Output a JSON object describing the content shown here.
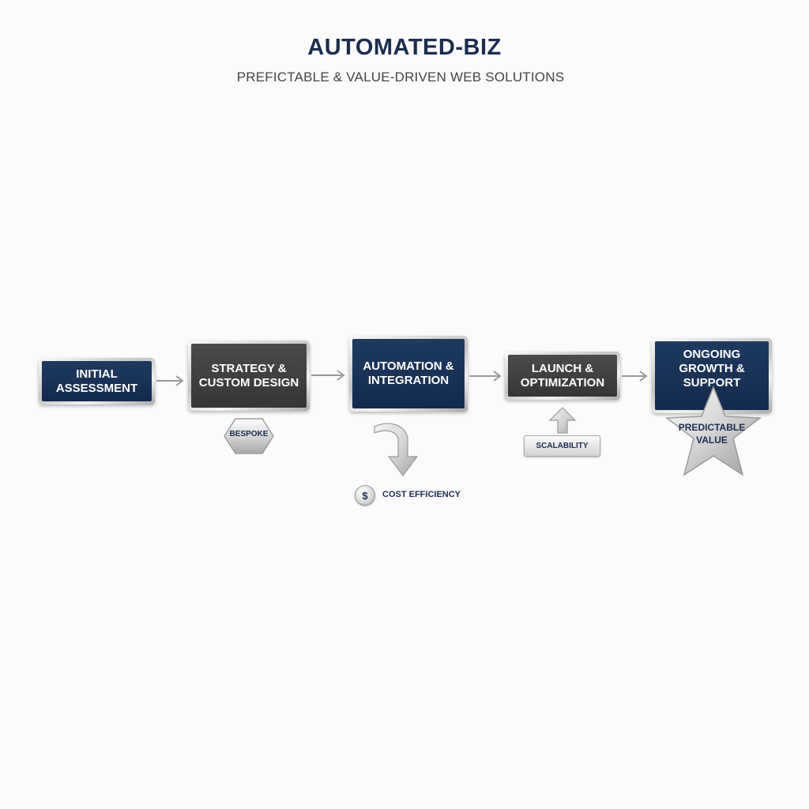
{
  "header": {
    "title": "AUTOMATED-BIZ",
    "subtitle": "PREFICTABLE & VALUE-DRIVEN WEB SOLUTIONS"
  },
  "steps": [
    {
      "label": "INITIAL\nASSESSMENT",
      "color": "#142a4c"
    },
    {
      "label": "STRATEGY &\nCUSTOM DESIGN",
      "color": "#353535"
    },
    {
      "label": "AUTOMATION &\nINTEGRATION",
      "color": "#142a4c"
    },
    {
      "label": "LAUNCH &\nOPTIMIZATION",
      "color": "#353535"
    },
    {
      "label": "ONGOING\nGROWTH &\nSUPPORT",
      "color": "#142a4c"
    }
  ],
  "callouts": {
    "bespoke": "BESPOKE",
    "cost_symbol": "$",
    "cost_efficiency": "COST EFFICIENCY",
    "scalability": "SCALABILITY",
    "predictable_value": "PREDICTABLE\nVALUE"
  },
  "colors": {
    "navy": "#142a4c",
    "charcoal": "#353535",
    "silver": "#c4c4c4"
  }
}
